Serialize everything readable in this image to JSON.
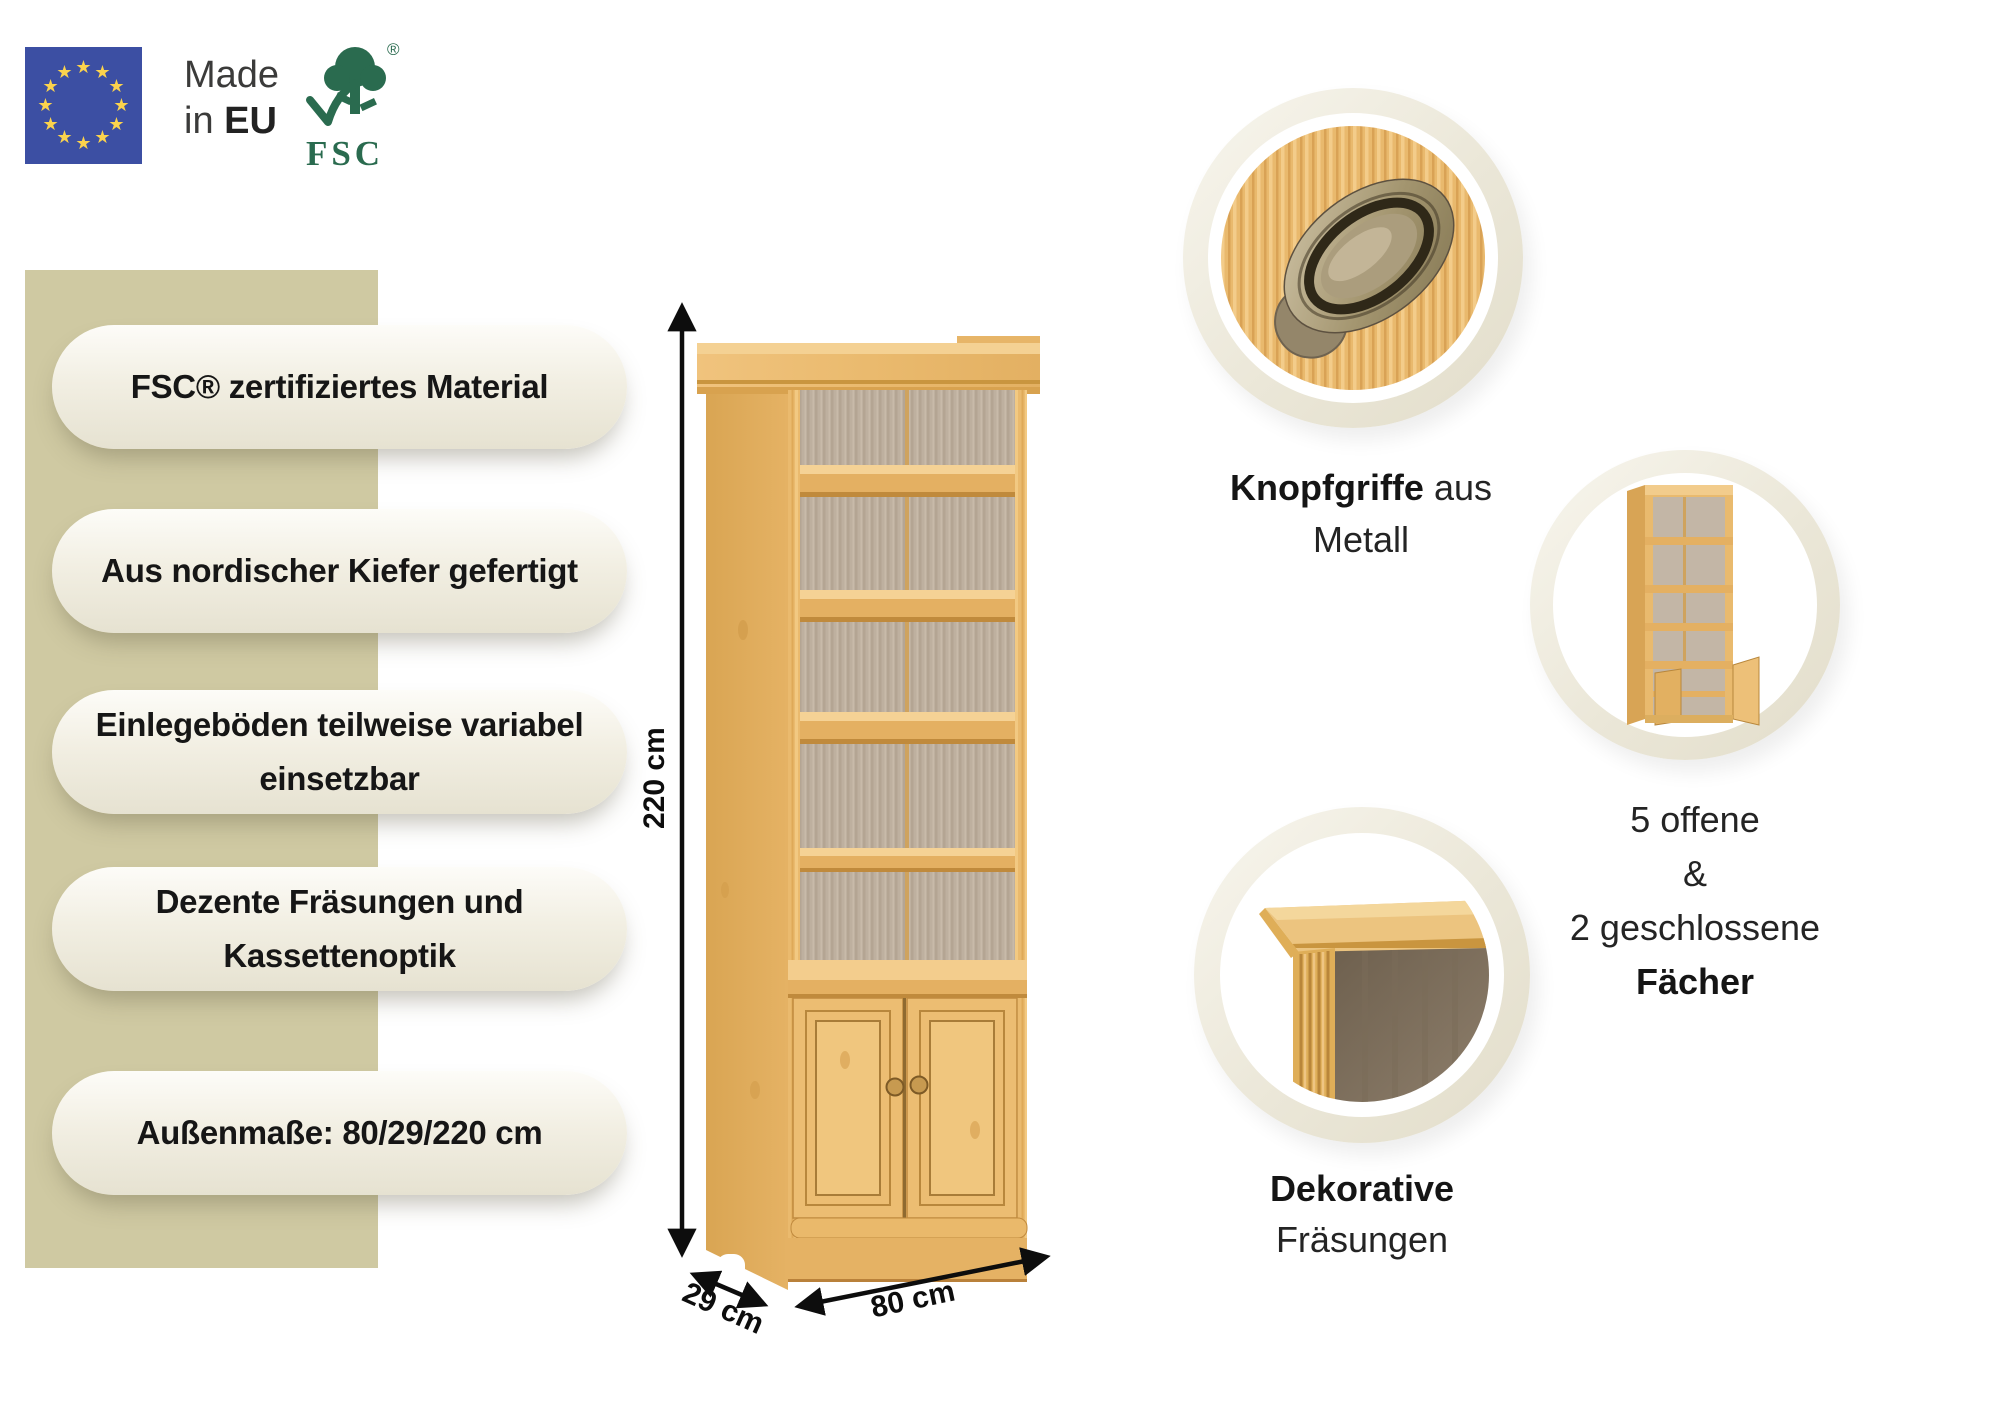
{
  "header": {
    "made_in": {
      "word1": "Made",
      "word2": "in ",
      "word3": "EU"
    },
    "fsc": {
      "text": "FSC",
      "reg": "®"
    }
  },
  "icons": {
    "star": "★",
    "registered": "®",
    "eu-flag": "circle of 12 gold stars on blue",
    "fsc-tree": "green tree with checkmark"
  },
  "features": {
    "items": [
      {
        "lines": [
          "FSC® zertifiziertes Material"
        ]
      },
      {
        "lines": [
          "Aus nordischer Kiefer gefertigt"
        ]
      },
      {
        "lines": [
          "Einlegeböden teilweise variabel",
          "einsetzbar"
        ]
      },
      {
        "lines": [
          "Dezente Fräsungen und",
          "Kassettenoptik"
        ]
      },
      {
        "lines": [
          "Außenmaße: 80/29/220 cm"
        ]
      }
    ]
  },
  "dimensions": {
    "height": "220 cm",
    "depth": "29 cm",
    "width": "80 cm"
  },
  "callouts": {
    "knob": {
      "bold": "Knopfgriffe",
      "rest": " aus",
      "line2": "Metall"
    },
    "compartments": {
      "line1": "5 offene",
      "line2": "&",
      "line3": "2 geschlossene",
      "line4": "Fächer"
    },
    "milling": {
      "bold": "Dekorative",
      "line2": "Fräsungen"
    }
  },
  "colors": {
    "eu_blue": "#3c4fa3",
    "star_gold": "#fbd34d",
    "fsc_green": "#2a6b4f",
    "band_beige": "#cfc9a2",
    "pine_wood": "#eabc70",
    "back_panel": "#beb09f",
    "text": "#1a1a1a"
  }
}
